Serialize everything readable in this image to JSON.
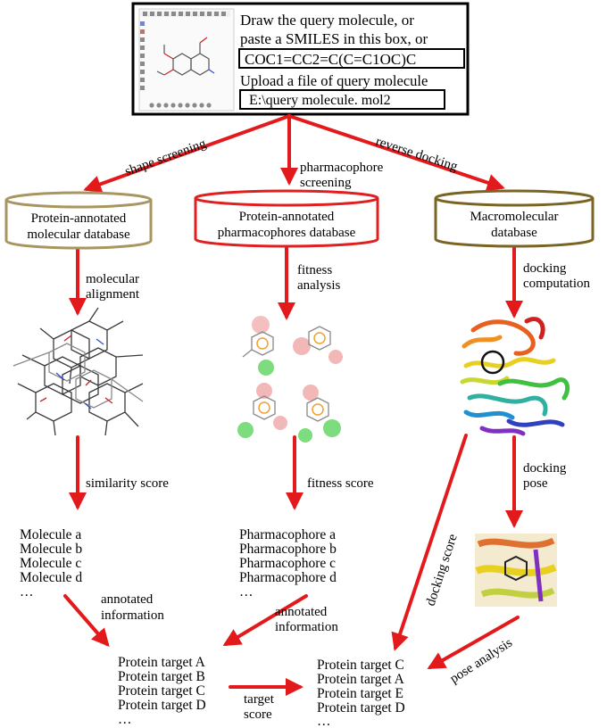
{
  "query_box": {
    "line1": "Draw the query molecule, or",
    "line2": "paste a SMILES in this box, or",
    "smiles": "COC1=CC2=C(C=C1OC)C",
    "upload": "Upload a file of query molecule",
    "file": "E:\\query molecule. mol2"
  },
  "edges": {
    "shape": "shape screening",
    "pharm": [
      "pharmacophore",
      "screening"
    ],
    "reverse": "reverse docking",
    "mol_align": [
      "molecular",
      "alignment"
    ],
    "fitness_analysis": [
      "fitness",
      "analysis"
    ],
    "docking_comp": [
      "docking",
      "computation"
    ],
    "similarity": "similarity score",
    "fitness_score": "fitness score",
    "docking_pose": [
      "docking",
      "pose"
    ],
    "docking_score": "docking  score",
    "annot1": [
      "annotated",
      "information"
    ],
    "annot2": [
      "annotated",
      "information"
    ],
    "target_score": [
      "target",
      "score"
    ],
    "pose_analysis": "pose analysis"
  },
  "databases": [
    {
      "line1": "Protein-annotated",
      "line2": "molecular database",
      "color": "#a89660"
    },
    {
      "line1": "Protein-annotated",
      "line2": "pharmacophores database",
      "color": "#e02020"
    },
    {
      "line1": "Macromolecular",
      "line2": "database",
      "color": "#7a6424"
    }
  ],
  "molecules": [
    "Molecule a",
    "Molecule b",
    "Molecule c",
    "Molecule d",
    "…"
  ],
  "pharmacophores": [
    "Pharmacophore a",
    "Pharmacophore b",
    "Pharmacophore c",
    "Pharmacophore d",
    "…"
  ],
  "targets1": [
    "Protein target A",
    "Protein target B",
    "Protein target C",
    "Protein target D",
    "…"
  ],
  "targets2": [
    "Protein target C",
    "Protein target A",
    "Protein target E",
    "Protein target D",
    "…"
  ],
  "colors": {
    "arrow": "#e31a1c"
  }
}
